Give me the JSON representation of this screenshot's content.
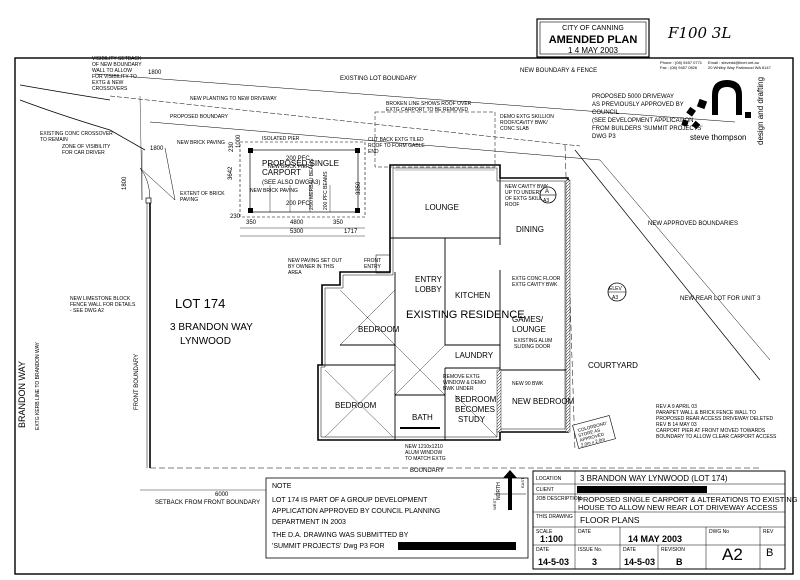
{
  "stamp": {
    "authority": "CITY OF CANNING",
    "title": "AMENDED PLAN",
    "date": "1 4 MAY 2003"
  },
  "handwritten_ref": "F100 3L",
  "firm": {
    "name_line1": "steve  thompson",
    "name_line2": "design and drafting",
    "contact_phone": "Phone : (08) 9457 0771",
    "contact_fax": "Fax : (08) 9457 0826",
    "contact_email": "Email : stevedd@iinet.net.au",
    "contact_address": "20 Whitby Way Parkwood WA 6147"
  },
  "site": {
    "lot": "LOT 174",
    "address_line1": "3 BRANDON WAY",
    "address_line2": "LYNWOOD",
    "street": "BRANDON    WAY",
    "kerb_note": "EXTG KERB LINE TO BRANDON WAY",
    "front_boundary": "FRONT BOUNDARY",
    "boundary": "BOUNDARY",
    "setback_dim": "6000",
    "setback_note": "SETBACK FROM FRONT BOUNDARY",
    "courtyard": "COURTYARD",
    "new_rear_lot": "NEW REAR LOT FOR UNIT 3",
    "new_approved_boundaries": "NEW APPROVED BOUNDARIES",
    "existing_lot_boundary": "EXISTING LOT BOUNDARY",
    "new_boundary_fence": "NEW BOUNDARY & FENCE"
  },
  "rooms": {
    "lounge": "LOUNGE",
    "dining": "DINING",
    "entry": "ENTRY",
    "lobby": "LOBBY",
    "kitchen": "KITCHEN",
    "bedroom1": "BEDROOM",
    "bedroom2": "BEDROOM",
    "existing_residence": "EXISTING  RESIDENCE",
    "games_line1": "GAMES/",
    "games_line2": "LOUNGE",
    "laundry": "LAUNDRY",
    "bath": "BATH",
    "study_line1": "BEDROOM",
    "study_line2": "BECOMES",
    "study_line3": "STUDY",
    "new_bedroom": "NEW BEDROOM",
    "carport_line1": "PROPOSED SINGLE",
    "carport_line2": "CARPORT",
    "carport_line3": "(SEE ALSO DWG A3)"
  },
  "dims": {
    "d1800a": "1800",
    "d1800b": "1800",
    "d1800c": "1800",
    "d1000": "1000",
    "d230a": "230",
    "d3642": "3642",
    "d4800": "4800",
    "d5300": "5300",
    "d350a": "350",
    "d350b": "350",
    "d1717": "1717",
    "d3350": "3350",
    "d230b": "230",
    "d200pfc_a": "200 PFC",
    "d200pfc_b": "200 PFC"
  },
  "notes": {
    "visibility": "VISIBILITY SETBACK OF NEW BOUNDARY WALL TO ALLOW FOR VISIBILITY TO EXTG & NEW CROSSOVERS",
    "new_planting": "NEW PLANTING TO NEW DRIVEWAY",
    "proposed_boundary": "PROPOSED BOUNDARY",
    "crossover": "EXISTING CONC CROSSOVER TO REMAIN",
    "zone_visibility": "ZONE OF VISIBILITY FOR CAR DRIVER",
    "new_brick_paving_a": "NEW BRICK PAVING",
    "new_brick_paving_b": "NEW BRICK PAVING",
    "extent_paving": "EXTENT OF BRICK PAVING",
    "isolated_pier": "ISOLATED PIER",
    "broken_line": "BROKEN LINE SHOWS ROOF OVER EXTG CARPORT TO BE REMOVED",
    "demo_skillion": "DEMO EXTG SKILLION ROOF/CAVITY BWK/ CONC SLAB",
    "cut_back": "CUT BACK EXTG TILED ROOF TO FORM GABLE END",
    "new_cavity": "NEW CAVITY BWK UP TO UNDERSIDE OF EXTG SKILLION ROOF",
    "new_paving_set_out": "NEW PAVING SET OUT BY OWNER IN THIS AREA",
    "front_entry": "FRONT ENTRY",
    "limestone_fence": "NEW LIMESTONE BLOCK FENCE WALL FOR DETAILS - SEE DWG A2",
    "extg_conc_floor": "EXTG CONC FLOOR EXTG CAVITY BWK",
    "sliding_door": "EXISTING ALUM SLIDING DOOR",
    "new_90_bwk": "NEW 90 BWK",
    "remove_window": "REMOVE EXTG WINDOW & DEMO BWK UNDER",
    "new_window": "NEW 1210x1210 ALUM WINDOW TO MATCH EXTG",
    "colorbond": "'COLORBOND' STORE AS APPROVED 2.0m x 2.0m",
    "proposed_driveway": "PROPOSED 5000 DRIVEWAY AS PREVIOUSLY APPROVED BY COUNCIL (SEE DEVELOPMENT APPLICATION FROM BUILDERS 'SUMMIT PROJECTS' DWG P3",
    "rev_note": "REV A 9 APRIL 03 PARAPET WALL & BRICK FENCE WALL TO PROPOSED REAR ACCESS DRIVEWAY DELETED REV B 14 MAY 03 CARPORT PIER AT FRONT MOVED TOWARDS BOUNDARY TO ALLOW CLEAR CARPORT ACCESS",
    "new_brick_pier": "NEW BRICK PIER",
    "beams": "2/90 MERBAU BEAMS",
    "pfc_beams": "200 PFC BEAMS"
  },
  "section_marks": {
    "a3a_num": "A",
    "a3a_sheet": "A3",
    "elev_label": "ELEV",
    "elev_sheet": "A3"
  },
  "note_box": {
    "heading": "NOTE",
    "line1": "LOT 174 IS PART OF A GROUP DEVELOPMENT",
    "line2": "APPLICATION APPROVED BY COUNCIL PLANNING",
    "line3": "DEPARTMENT IN 2003",
    "line4": "THE D.A. DRAWING WAS SUBMITTED BY",
    "line5": "'SUMMIT PROJECTS' Dwg P3 FOR"
  },
  "north": {
    "label": "NORTH",
    "east": "EAST",
    "west": "WEST"
  },
  "title_block": {
    "location_label": "LOCATION",
    "location": "3  BRANDON  WAY  LYNWOOD   (LOT 174)",
    "client_label": "CLIENT",
    "job_label": "JOB DESCRIPTION",
    "job_line1": "PROPOSED SINGLE CARPORT & ALTERATIONS TO EXISTING",
    "job_line2": "HOUSE TO ALLOW NEW REAR LOT DRIVEWAY ACCESS",
    "drawing_label": "THIS DRAWING",
    "drawing": "FLOOR PLANS",
    "scale_label": "SCALE",
    "scale": "1:100",
    "date_label": "DATE",
    "date": "14 MAY 2003",
    "dwg_label": "DWG No",
    "dwg": "A2",
    "rev_label": "REV",
    "rev": "B",
    "d1_label": "DATE",
    "d1": "14-5-03",
    "issue_label": "ISSUE No.",
    "issue": "3",
    "d2_label": "DATE",
    "d2": "14-5-03",
    "revision_label": "REVISION",
    "revision": "B"
  }
}
